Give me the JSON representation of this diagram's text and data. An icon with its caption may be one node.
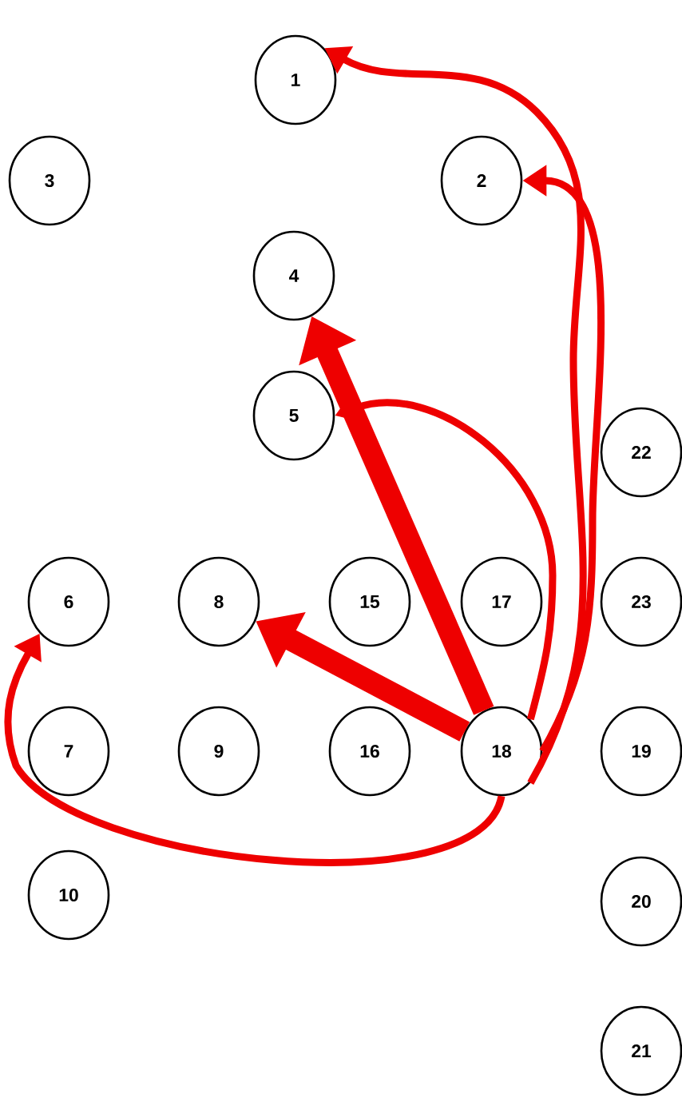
{
  "diagram": {
    "nodes": [
      {
        "text": [
          "1"
        ]
      },
      {
        "text": [
          "3"
        ]
      },
      {
        "text": [
          "2"
        ]
      },
      {
        "text": [
          "4"
        ]
      },
      {
        "text": [
          "5"
        ]
      },
      {
        "text": [
          "22"
        ]
      },
      {
        "text": [
          "6"
        ]
      },
      {
        "text": [
          "8"
        ]
      },
      {
        "text": [
          "15"
        ]
      },
      {
        "text": [
          "17"
        ]
      },
      {
        "text": [
          "23"
        ]
      },
      {
        "text": [
          "7"
        ]
      },
      {
        "text": [
          "9"
        ]
      },
      {
        "text": [
          "16"
        ]
      },
      {
        "text": [
          "18"
        ]
      },
      {
        "text": [
          "19"
        ]
      },
      {
        "text": [
          "10"
        ]
      },
      {
        "text": [
          "20"
        ]
      },
      {
        "text": [
          "21"
        ]
      }
    ],
    "edges": [
      {
        "from": 14,
        "to": 0,
        "arrow": "to"
      },
      {
        "from": 14,
        "to": 2,
        "arrow": "to"
      },
      {
        "from": 14,
        "to": 3,
        "arrow": "to",
        "style": "thick"
      },
      {
        "from": 14,
        "to": 4,
        "arrow": "to"
      },
      {
        "from": 14,
        "to": 7,
        "arrow": "to",
        "style": "thick"
      },
      {
        "from": 14,
        "to": 6,
        "arrow": "to"
      }
    ]
  }
}
